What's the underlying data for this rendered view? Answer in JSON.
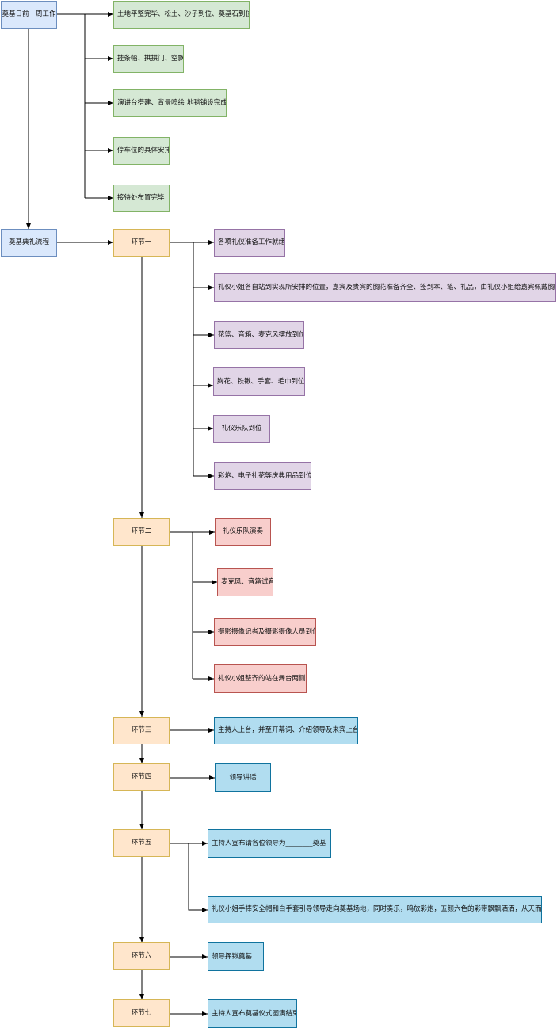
{
  "colors": {
    "blue_fill": "#dae8fc",
    "green_fill": "#d5e8d4",
    "orange_fill": "#ffe6cc",
    "purple_fill": "#e1d5e7",
    "red_fill": "#f8cecc",
    "cyan_fill": "#b1ddf0",
    "connector": "#000000"
  },
  "prep": {
    "title": "奠基日前一周工作",
    "tasks": [
      "土地平整完毕、松土、沙子到位、奠基石到位",
      "挂条幅、拱拱门、空飘",
      "演讲台搭建、背景喷绘 地毯铺设完成",
      "停车位的具体安排",
      "接待处布置完毕"
    ]
  },
  "ceremony": {
    "title": "奠基典礼流程",
    "stages": [
      {
        "label": "环节一",
        "items": [
          "各项礼仪准备工作就绪",
          "礼仪小姐各自站到实现所安排的位置，嘉宾及贵宾的胸花准备齐全、签到本、笔、礼品，由礼仪小姐给嘉宾佩戴胸花",
          "花篮、音箱、麦克风摆放到位",
          "胸花、铁锹、手套、毛巾到位",
          "礼仪乐队到位",
          "彩炮、电子礼花等庆典用品到位"
        ]
      },
      {
        "label": "环节二",
        "items": [
          "礼仪乐队演奏",
          "麦克风、音箱试音",
          "摄影摄像记者及摄影摄像人员到位",
          "礼仪小姐整齐的站在舞台两侧"
        ]
      },
      {
        "label": "环节三",
        "items": [
          "主持人上台，并至开幕词、介绍领导及来宾上台"
        ]
      },
      {
        "label": "环节四",
        "items": [
          "领导讲话"
        ]
      },
      {
        "label": "环节五",
        "items": [
          "主持人宣布请各位领导为________奠基",
          "礼仪小姐手捧安全帽和白手套引导领导走向奠基场地，同时奏乐，鸣放彩炮，五颜六色的彩带飘飘洒洒，从天而降"
        ]
      },
      {
        "label": "环节六",
        "items": [
          "领导挥锹奠基"
        ]
      },
      {
        "label": "环节七",
        "items": [
          "主持人宣布奠基仪式圆满结束"
        ]
      }
    ]
  }
}
